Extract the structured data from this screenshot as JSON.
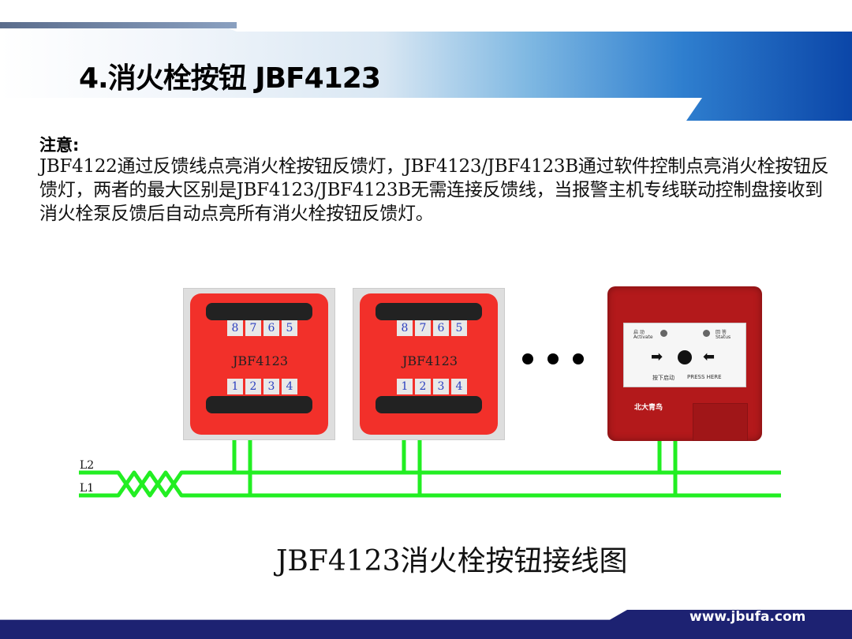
{
  "slide": {
    "title": "4.消火栓按钮 JBF4123",
    "note_label": "注意:",
    "note_text": "JBF4122通过反馈线点亮消火栓按钮反馈灯，JBF4123/JBF4123B通过软件控制点亮消火栓按钮反馈灯，两者的最大区别是JBF4123/JBF4123B无需连接反馈线，当报警主机专线联动控制盘接收到消火栓泵反馈后自动点亮所有消火栓按钮反馈灯。",
    "footer_url": "www.jbufa.com"
  },
  "diagram": {
    "modules": [
      {
        "label": "JBF4123",
        "top_terminals": [
          "8",
          "7",
          "6",
          "5"
        ],
        "bottom_terminals": [
          "1",
          "2",
          "3",
          "4"
        ]
      },
      {
        "label": "JBF4123",
        "top_terminals": [
          "8",
          "7",
          "6",
          "5"
        ],
        "bottom_terminals": [
          "1",
          "2",
          "3",
          "4"
        ]
      }
    ],
    "device": {
      "activate_cn": "启 动",
      "activate_en": "Activate",
      "status_cn": "回 答",
      "status_en": "Status",
      "press_cn": "按下启动",
      "press_en": "PRESS HERE",
      "brand": "北大青鸟"
    },
    "wire_labels": [
      "L2",
      "L1"
    ],
    "caption": "JBF4123消火栓按钮接线图",
    "wire_color": "#22ee22"
  }
}
